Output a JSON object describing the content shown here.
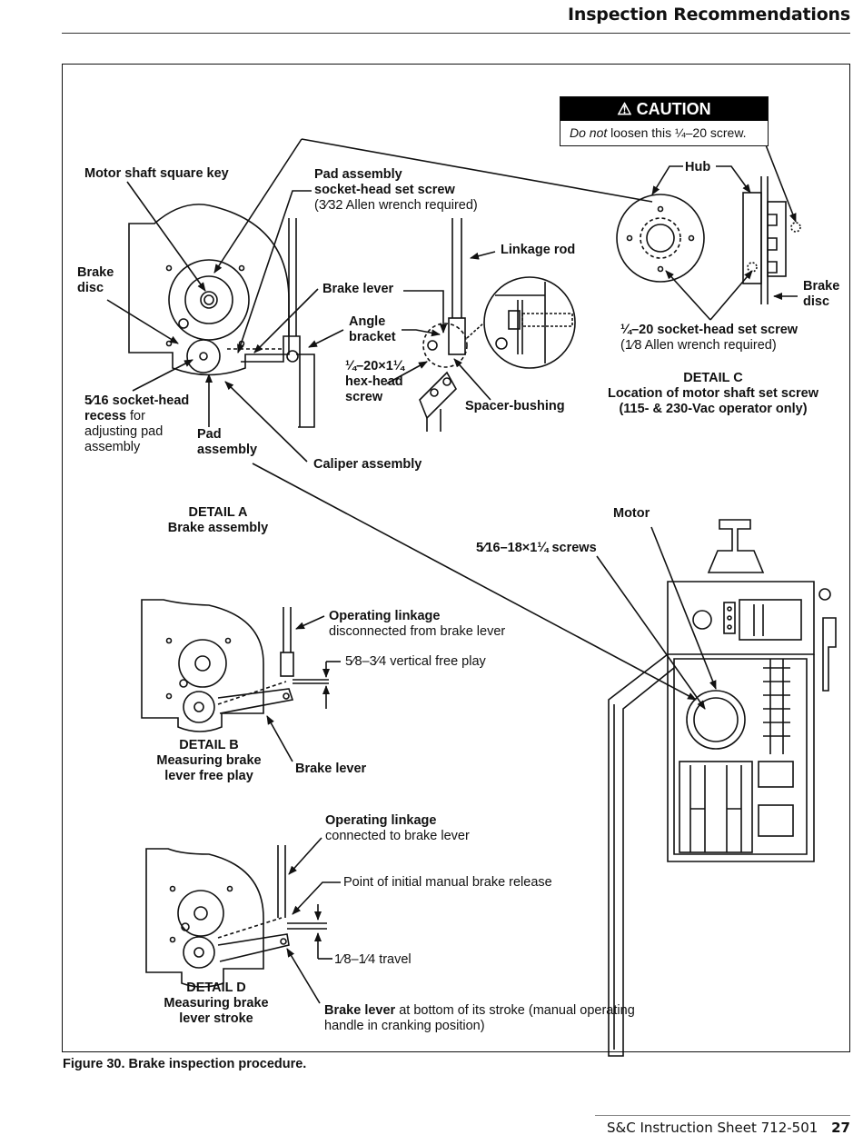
{
  "header": {
    "section_title": "Inspection Recommendations"
  },
  "caution": {
    "title": "CAUTION",
    "icon": "warning-triangle-icon",
    "message_emphasis": "Do not",
    "message_rest": " loosen this ¼–20 screw."
  },
  "detail_a": {
    "title": "DETAIL A",
    "subtitle": "Brake assembly",
    "labels": {
      "motor_shaft_key": "Motor shaft square key",
      "pad_setscrew_1": "Pad assembly",
      "pad_setscrew_2": "socket-head set screw",
      "pad_setscrew_3": "(3⁄32 Allen wrench required)",
      "brake_disc_1": "Brake",
      "brake_disc_2": "disc",
      "brake_lever": "Brake lever",
      "angle_bracket_1": "Angle",
      "angle_bracket_2": "bracket",
      "linkage_rod": "Linkage rod",
      "hex_screw_1": "¼–20×1¼",
      "hex_screw_2": "hex-head",
      "hex_screw_3": "screw",
      "spacer_bushing": "Spacer-bushing",
      "recess_1_bold": "5⁄16 socket-head",
      "recess_2_bold": "recess",
      "recess_2_rest": " for",
      "recess_3": "adjusting pad",
      "recess_4": "assembly",
      "pad_assembly_1": "Pad",
      "pad_assembly_2": "assembly",
      "caliper_assembly": "Caliper assembly"
    }
  },
  "detail_b": {
    "title": "DETAIL B",
    "subtitle_1": "Measuring brake",
    "subtitle_2": "lever free play",
    "labels": {
      "linkage_bold": "Operating linkage",
      "linkage_rest": "disconnected from brake lever",
      "free_play": "5⁄8–3⁄4 vertical free play",
      "brake_lever": "Brake lever"
    }
  },
  "detail_c": {
    "title": "DETAIL C",
    "subtitle_1": "Location of motor shaft set screw",
    "subtitle_2": "(115- & 230-Vac operator only)",
    "labels": {
      "hub": "Hub",
      "brake_disc_1": "Brake",
      "brake_disc_2": "disc",
      "set_screw_bold": "¼–20 socket-head set screw",
      "set_screw_rest": "(1⁄8 Allen wrench required)"
    }
  },
  "detail_d": {
    "title": "DETAIL D",
    "subtitle_1": "Measuring brake",
    "subtitle_2": "lever stroke",
    "labels": {
      "linkage_bold": "Operating linkage",
      "linkage_rest": "connected to brake lever",
      "release_point": "Point of initial manual brake release",
      "travel": "1⁄8–1⁄4 travel",
      "lever_bold": "Brake lever",
      "lever_rest_1": " at bottom of its stroke (manual operating",
      "lever_rest_2": "handle in cranking position)"
    }
  },
  "operator_view": {
    "motor": "Motor",
    "screws": "5⁄16–18×1¼ screws"
  },
  "figure_caption": "Figure 30. Brake inspection procedure.",
  "footer": {
    "document": "S&C Instruction Sheet 712-501",
    "page_number": "27"
  }
}
